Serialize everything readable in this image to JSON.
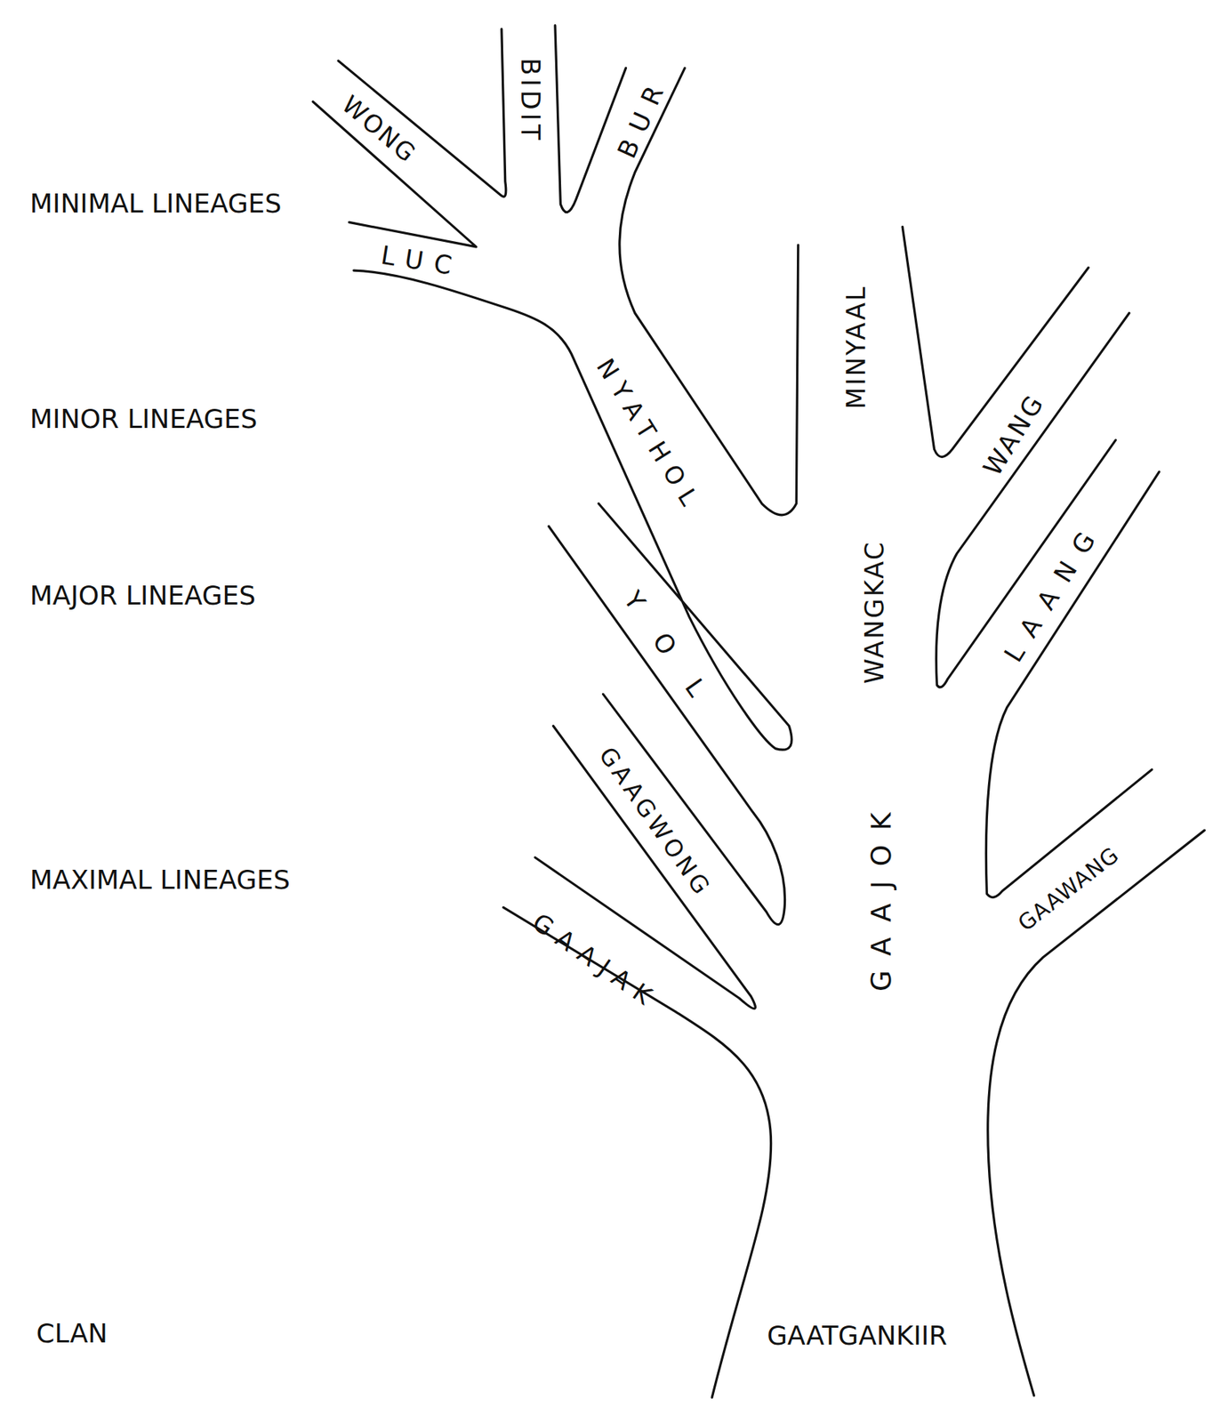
{
  "diagram": {
    "labels": [
      "MINIMAL LINEAGES",
      "MINOR LINEAGES",
      "MAJOR LINEAGES",
      "MAXIMAL LINEAGES",
      "CLAN",
      "GAATGANKIIR",
      "GAAJAK",
      "GAAGWONG",
      "GAAJOK",
      "GAAWANG",
      "YOL",
      "LAANG",
      "WANGKAC",
      "NYATHOL",
      "MINYAAL",
      "WANG",
      "LUC",
      "WONG",
      "BIDIT",
      "BUR"
    ]
  }
}
